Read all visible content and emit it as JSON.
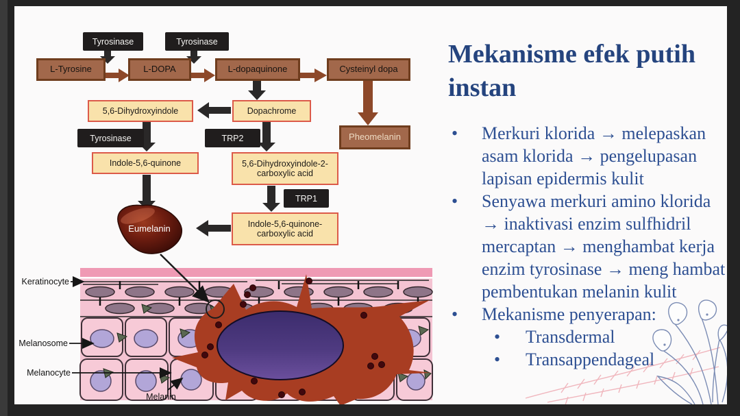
{
  "panel": {
    "title": "Mekanisme efek putih instan",
    "bullet_char": "•",
    "bullets": [
      "Merkuri klorida → melepaskan asam klorida → pengelupasan lapisan epidermis kulit",
      "Senyawa merkuri amino klorida → inaktivasi enzim sulfhidril mercaptan → menghambat kerja enzim tyrosinase → meng hambat pembentukan melanin kulit",
      "Mekanisme penyerapan:"
    ],
    "sub_bullets": [
      "Transdermal",
      "Transappendageal"
    ]
  },
  "pathway": {
    "tyrosinase_top_left": "Tyrosinase",
    "tyrosinase_top_right": "Tyrosinase",
    "l_tyrosine": "L-Tyrosine",
    "l_dopa": "L-DOPA",
    "l_dopaquinone": "L-dopaquinone",
    "cysteinyl_dopa": "Cysteinyl dopa",
    "dihydroxyindole": "5,6-Dihydroxyindole",
    "dopachrome": "Dopachrome",
    "pheomelanin": "Pheomelanin",
    "tyrosinase_mid": "Tyrosinase",
    "trp2": "TRP2",
    "indole_quinone": "Indole-5,6-quinone",
    "dhica": "5,6-Dihydroxyindole-2-carboxylic acid",
    "trp1": "TRP1",
    "iqca": "Indole-5,6-quinone-carboxylic acid",
    "eumelanin": "Eumelanin"
  },
  "skin": {
    "keratinocyte": "Keratinocyte",
    "melanosome": "Melanosome",
    "melanocyte": "Melanocyte",
    "melanin": "Melanin"
  },
  "colors": {
    "title_navy": "#25447e",
    "body_navy": "#2d4f92",
    "brown_box": "#a2684b",
    "brown_border": "#6f3d1e",
    "yellow_box": "#f9e2ab",
    "yellow_border": "#dc5a49",
    "enzyme_black": "#201d1d",
    "brown_arrow": "#8d4829",
    "black_arrow": "#2a2828",
    "melanocyte_red": "#a83d22",
    "skin_pink": "#f4c3d2"
  }
}
